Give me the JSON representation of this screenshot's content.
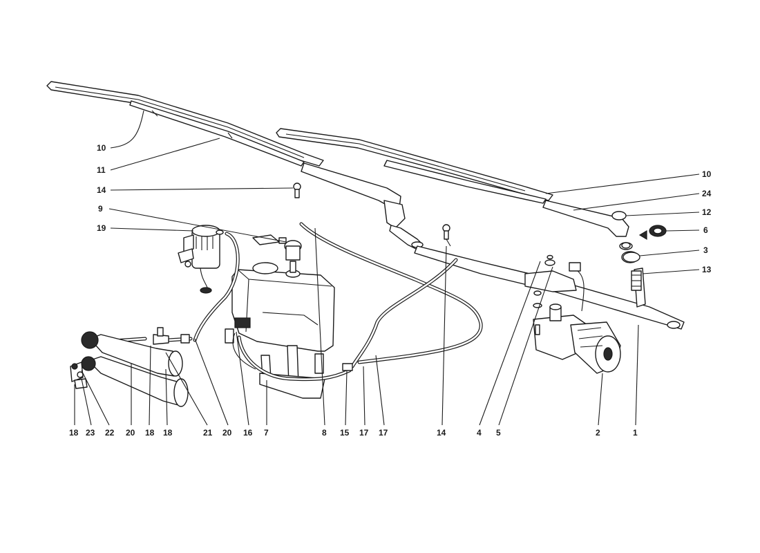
{
  "callouts": [
    {
      "id": "c10a",
      "number": "10"
    },
    {
      "id": "c11",
      "number": "11"
    },
    {
      "id": "c14a",
      "number": "14"
    },
    {
      "id": "c9",
      "number": "9"
    },
    {
      "id": "c19",
      "number": "19"
    },
    {
      "id": "c10b",
      "number": "10"
    },
    {
      "id": "c24",
      "number": "24"
    },
    {
      "id": "c12",
      "number": "12"
    },
    {
      "id": "c6",
      "number": "6"
    },
    {
      "id": "c3",
      "number": "3"
    },
    {
      "id": "c13",
      "number": "13"
    },
    {
      "id": "c18a",
      "number": "18"
    },
    {
      "id": "c23",
      "number": "23"
    },
    {
      "id": "c22",
      "number": "22"
    },
    {
      "id": "c20a",
      "number": "20"
    },
    {
      "id": "c18b",
      "number": "18"
    },
    {
      "id": "c18c",
      "number": "18"
    },
    {
      "id": "c21",
      "number": "21"
    },
    {
      "id": "c20b",
      "number": "20"
    },
    {
      "id": "c16",
      "number": "16"
    },
    {
      "id": "c7",
      "number": "7"
    },
    {
      "id": "c8",
      "number": "8"
    },
    {
      "id": "c15",
      "number": "15"
    },
    {
      "id": "c17a",
      "number": "17"
    },
    {
      "id": "c17b",
      "number": "17"
    },
    {
      "id": "c14b",
      "number": "14"
    },
    {
      "id": "c4",
      "number": "4"
    },
    {
      "id": "c5",
      "number": "5"
    },
    {
      "id": "c2",
      "number": "2"
    },
    {
      "id": "c1",
      "number": "1"
    }
  ]
}
